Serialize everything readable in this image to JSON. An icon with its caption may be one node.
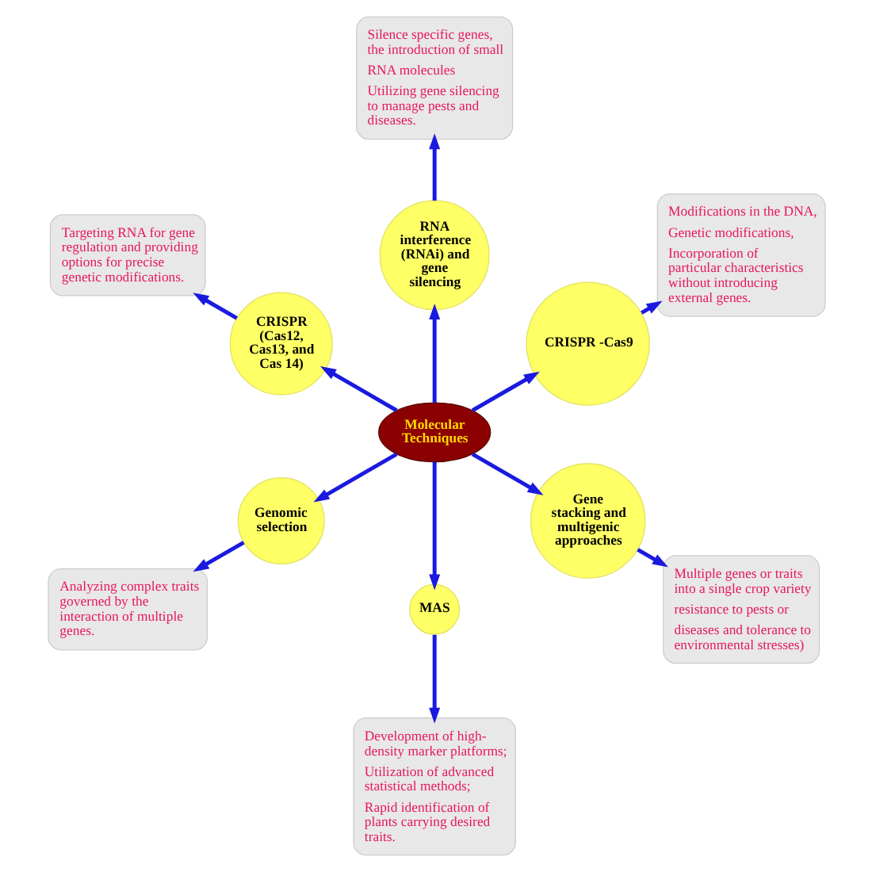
{
  "diagram": {
    "nodes": [
      {
        "text": [
          "Molecular Techniques"
        ]
      },
      {
        "text": [
          "CRISPR -Cas9"
        ]
      },
      {
        "text": [
          "Modifications in the DNA,",
          "Genetic modifications,",
          "Incorporation of particular characteristics without introducing external genes."
        ]
      },
      {
        "text": [
          "RNA interference (RNAi) and gene silencing"
        ]
      },
      {
        "text": [
          "Silence specific genes, the introduction of small",
          "RNA molecules",
          "Utilizing gene silencing to manage pests and diseases."
        ]
      },
      {
        "text": [
          "CRISPR (Cas12, Cas13, and Cas 14)"
        ]
      },
      {
        "text": [
          "Targeting RNA for gene regulation and providing options for precise genetic modifications."
        ]
      },
      {
        "text": [
          "Genomic selection"
        ]
      },
      {
        "text": [
          "Analyzing complex traits governed by the interaction of multiple genes."
        ]
      },
      {
        "text": [
          "MAS"
        ]
      },
      {
        "text": [
          "Development of high-density marker platforms;",
          "Utilization of advanced statistical methods;",
          "Rapid identification of plants carrying desired traits."
        ]
      },
      {
        "text": [
          "Gene stacking and multigenic approaches"
        ]
      },
      {
        "text": [
          "Multiple genes or traits into a single crop variety",
          "resistance to pests or",
          "diseases and tolerance to environmental stresses)"
        ]
      }
    ],
    "edges": [
      {
        "from": 0,
        "to": 1,
        "arrow": "to"
      },
      {
        "from": 1,
        "to": 2,
        "arrow": "to"
      },
      {
        "from": 0,
        "to": 3,
        "arrow": "to"
      },
      {
        "from": 3,
        "to": 4,
        "arrow": "to"
      },
      {
        "from": 0,
        "to": 5,
        "arrow": "to"
      },
      {
        "from": 5,
        "to": 6,
        "arrow": "to"
      },
      {
        "from": 0,
        "to": 7,
        "arrow": "to"
      },
      {
        "from": 7,
        "to": 8,
        "arrow": "to"
      },
      {
        "from": 0,
        "to": 9,
        "arrow": "to"
      },
      {
        "from": 9,
        "to": 10,
        "arrow": "to"
      },
      {
        "from": 0,
        "to": 11,
        "arrow": "to"
      },
      {
        "from": 11,
        "to": 12,
        "arrow": "to"
      }
    ]
  }
}
